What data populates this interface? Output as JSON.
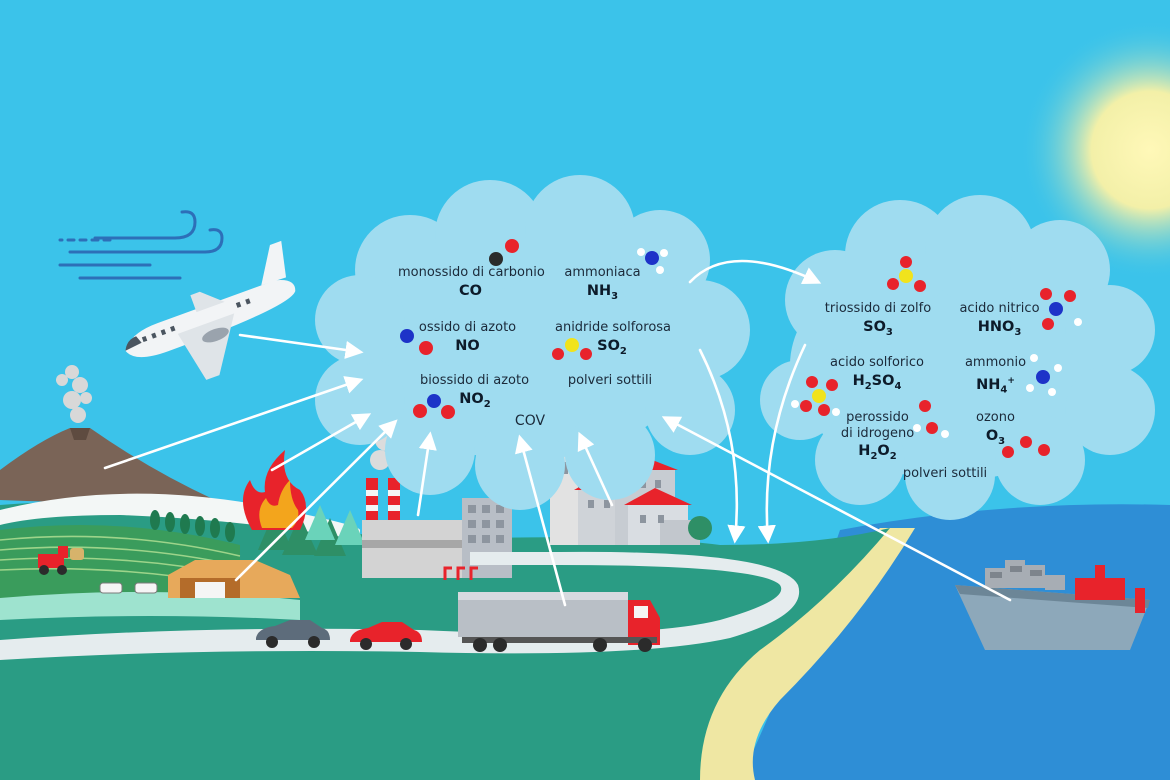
{
  "cloud_left": {
    "co": {
      "name": "monossido di carbonio",
      "f": [
        "CO"
      ]
    },
    "nh3": {
      "name": "ammoniaca",
      "f": [
        "NH",
        "3"
      ]
    },
    "no": {
      "name": "ossido di azoto",
      "f": [
        "NO"
      ]
    },
    "so2": {
      "name": "anidride solforosa",
      "f": [
        "SO",
        "2"
      ]
    },
    "no2": {
      "name": "biossido di azoto",
      "f": [
        "NO",
        "2"
      ]
    },
    "pm": {
      "name": "polveri sottili"
    },
    "cov": {
      "name": "COV"
    }
  },
  "cloud_right": {
    "so3": {
      "name": "triossido di zolfo",
      "f": [
        "SO",
        "3"
      ]
    },
    "hno3": {
      "name": "acido nitrico",
      "f": [
        "HNO",
        "3"
      ]
    },
    "h2so4": {
      "name": "acido solforico",
      "f": [
        "H",
        "2",
        "SO",
        "4"
      ]
    },
    "nh4": {
      "name": "ammonio",
      "f": [
        "NH",
        "4",
        "+"
      ]
    },
    "h2o2": {
      "name1": "perossido",
      "name2": "di idrogeno",
      "f": [
        "H",
        "2",
        "O",
        "2"
      ]
    },
    "o3": {
      "name": "ozono",
      "f": [
        "O",
        "3"
      ]
    },
    "pm": {
      "name": "polveri sottili"
    }
  },
  "colors": {
    "sky": "#3bc3ea",
    "cloud": "#9fdcf0",
    "land": "#2a9c84",
    "sea": "#2e8ed6",
    "sand": "#efe7a3",
    "oxygen": "#e8232b",
    "nitrogen": "#1d33c8",
    "sulfur": "#f1e31c",
    "carbon": "#2b2b2b",
    "hydrogen": "#ffffff"
  },
  "icons": [
    "sun-icon",
    "wind-icon",
    "airplane-icon",
    "volcano-icon",
    "fire-icon",
    "factory-icon",
    "town-icon",
    "truck-icon",
    "car-icon",
    "ship-icon",
    "tractor-icon",
    "barn-icon",
    "cow-icon"
  ]
}
